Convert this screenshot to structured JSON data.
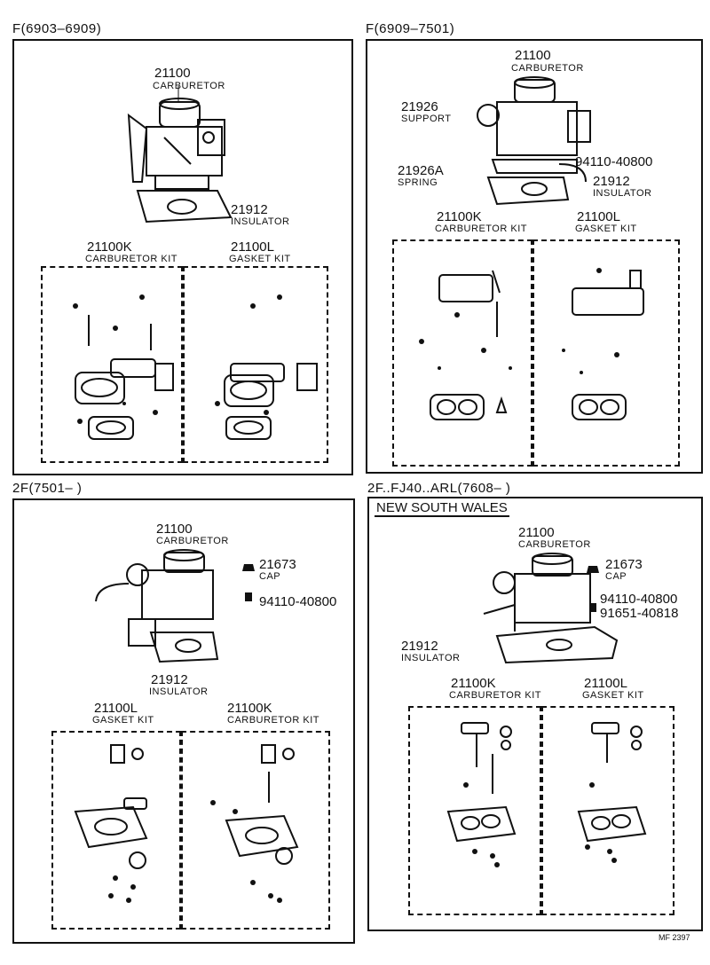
{
  "sections": [
    {
      "header": "F(6903–6909)",
      "parts": [
        {
          "number": "21100",
          "name": "CARBURETOR"
        },
        {
          "number": "21912",
          "name": "INSULATOR"
        }
      ],
      "kits": [
        {
          "number": "21100K",
          "name": "CARBURETOR KIT"
        },
        {
          "number": "21100L",
          "name": "GASKET KIT"
        }
      ]
    },
    {
      "header": "F(6909–7501)",
      "parts": [
        {
          "number": "21100",
          "name": "CARBURETOR"
        },
        {
          "number": "21926",
          "name": "SUPPORT"
        },
        {
          "number": "94110-40800",
          "name": ""
        },
        {
          "number": "21926A",
          "name": "SPRING"
        },
        {
          "number": "21912",
          "name": "INSULATOR"
        }
      ],
      "kits": [
        {
          "number": "21100K",
          "name": "CARBURETOR KIT"
        },
        {
          "number": "21100L",
          "name": "GASKET KIT"
        }
      ]
    },
    {
      "header": "2F(7501–        )",
      "parts": [
        {
          "number": "21100",
          "name": "CARBURETOR"
        },
        {
          "number": "21673",
          "name": "CAP"
        },
        {
          "number": "94110-40800",
          "name": ""
        },
        {
          "number": "21912",
          "name": "INSULATOR"
        }
      ],
      "kits": [
        {
          "number": "21100L",
          "name": "GASKET KIT"
        },
        {
          "number": "21100K",
          "name": "CARBURETOR KIT"
        }
      ]
    },
    {
      "header": "2F..FJ40..ARL(7608–        )",
      "region": "NEW SOUTH WALES",
      "parts": [
        {
          "number": "21100",
          "name": "CARBURETOR"
        },
        {
          "number": "21673",
          "name": "CAP"
        },
        {
          "number": "94110-40800",
          "name": ""
        },
        {
          "number": "91651-40818",
          "name": ""
        },
        {
          "number": "21912",
          "name": "INSULATOR"
        }
      ],
      "kits": [
        {
          "number": "21100K",
          "name": "CARBURETOR KIT"
        },
        {
          "number": "21100L",
          "name": "GASKET KIT"
        }
      ]
    }
  ],
  "footer": "MF 2397"
}
